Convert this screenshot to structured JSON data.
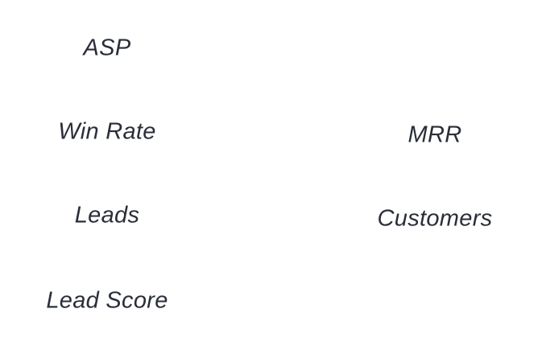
{
  "diagram": {
    "left_column": {
      "nodes": [
        {
          "label": "ASP"
        },
        {
          "label": "Win Rate"
        },
        {
          "label": "Leads"
        },
        {
          "label": "Lead Score"
        }
      ]
    },
    "right_column": {
      "nodes": [
        {
          "label": "MRR"
        },
        {
          "label": "Customers"
        }
      ]
    },
    "colors": {
      "text": "#2a2e38",
      "background": "#ffffff"
    }
  }
}
